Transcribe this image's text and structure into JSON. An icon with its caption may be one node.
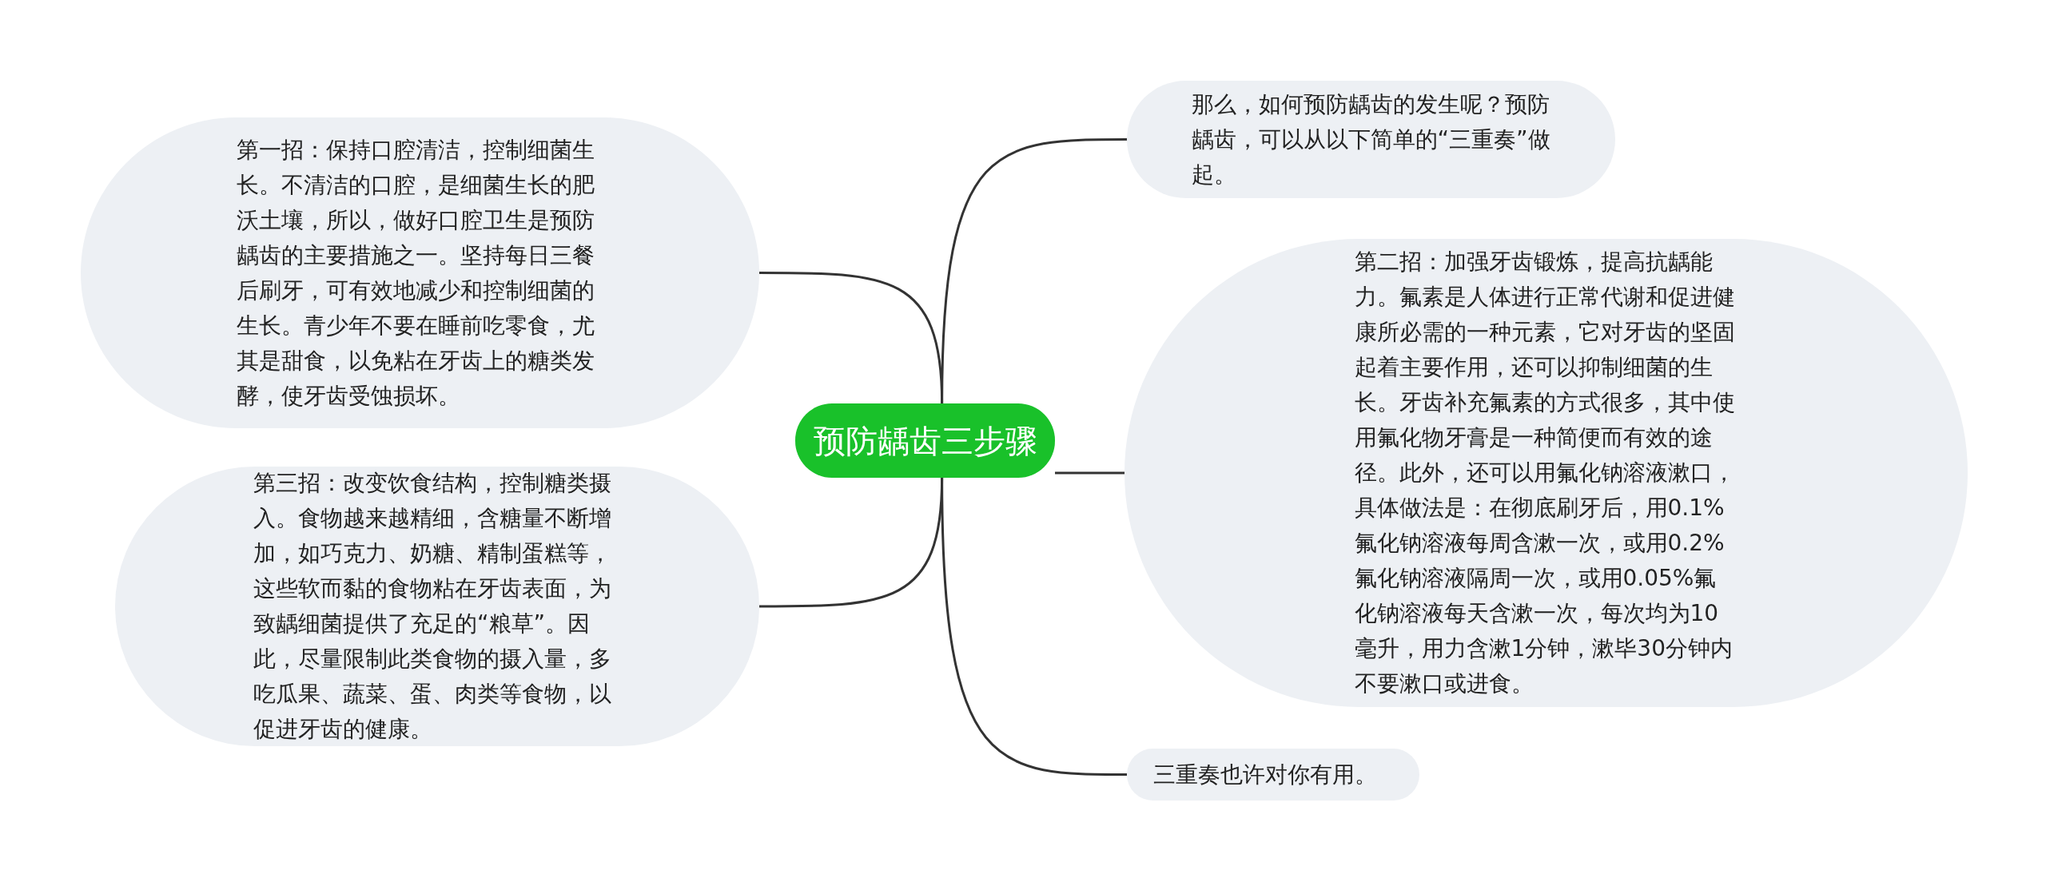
{
  "diagram": {
    "nodes": [
      {
        "text": [
          "预防龋齿三步骤"
        ]
      },
      {
        "text": [
          "第一招：保持口腔清洁，控制细菌生长。不清洁的口腔，是细菌生长的肥沃土壤，所以，做好口腔卫生是预防龋齿的主要措施之一。坚持每日三餐后刷牙，可有效地减少和控制细菌的生长。青少年不要在睡前吃零食，尤其是甜食，以免粘在牙齿上的糖类发酵，使牙齿受蚀损坏。"
        ]
      },
      {
        "text": [
          "第三招：改变饮食结构，控制糖类摄入。食物越来越精细，含糖量不断增加，如巧克力、奶糖、精制蛋糕等，这些软而黏的食物粘在牙齿表面，为致龋细菌提供了充足的“粮草”。因此，尽量限制此类食物的摄入量，多吃瓜果、蔬菜、蛋、肉类等食物，以促进牙齿的健康。"
        ]
      },
      {
        "text": [
          "那么，如何预防龋齿的发生呢？预防龋齿，可以从以下简单的“三重奏”做起。"
        ]
      },
      {
        "text": [
          "第二招：加强牙齿锻炼，提高抗龋能力。氟素是人体进行正常代谢和促进健康所必需的一种元素，它对牙齿的坚固起着主要作用，还可以抑制细菌的生长。牙齿补充氟素的方式很多，其中使用氟化物牙膏是一种简便而有效的途径。此外，还可以用氟化钠溶液漱口，具体做法是：在彻底刷牙后，用0.1%氟化钠溶液每周含漱一次，或用0.2%氟化钠溶液隔周一次，或用0.05%氟化钠溶液每天含漱一次，每次均为10毫升，用力含漱1分钟，漱毕30分钟内不要漱口或进食。"
        ]
      },
      {
        "text": [
          "三重奏也许对你有用。"
        ]
      }
    ],
    "edges": [
      {
        "from": 0,
        "to": 1,
        "arrow": "none"
      },
      {
        "from": 0,
        "to": 2,
        "arrow": "none"
      },
      {
        "from": 0,
        "to": 3,
        "arrow": "none"
      },
      {
        "from": 0,
        "to": 4,
        "arrow": "none"
      },
      {
        "from": 0,
        "to": 5,
        "arrow": "none"
      }
    ]
  }
}
